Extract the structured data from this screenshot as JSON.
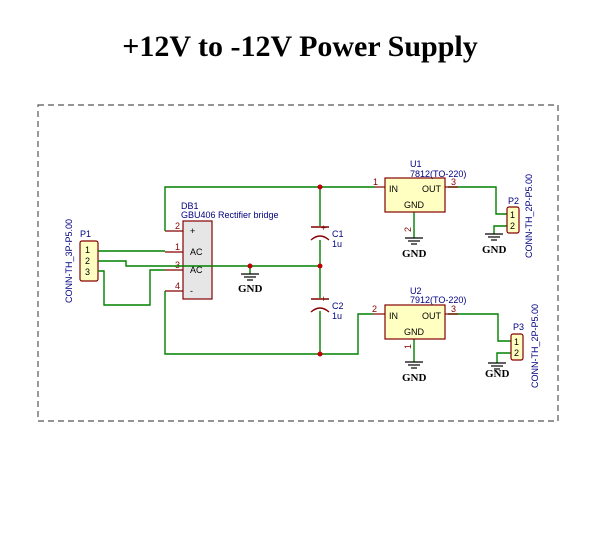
{
  "title": "+12V to -12V Power Supply",
  "components": {
    "P1": {
      "ref": "P1",
      "value": "CONN-TH_3P-P5.00",
      "pins": [
        "1",
        "2",
        "3"
      ]
    },
    "DB1": {
      "ref": "DB1",
      "value": "GBU406 Rectifier bridge",
      "pins": [
        "2",
        "1",
        "3",
        "4"
      ],
      "pin_names": [
        "+",
        "AC",
        "AC",
        "-"
      ]
    },
    "C1": {
      "ref": "C1",
      "value": "1u",
      "polarity": "+"
    },
    "C2": {
      "ref": "C2",
      "value": "1u",
      "polarity": "+"
    },
    "U1": {
      "ref": "U1",
      "value": "7812(TO-220)",
      "pin_in": "IN",
      "pin_out": "OUT",
      "pin_gnd": "GND",
      "num_in": "1",
      "num_out": "3",
      "num_gnd": "2"
    },
    "U2": {
      "ref": "U2",
      "value": "7912(TO-220)",
      "pin_in": "IN",
      "pin_out": "OUT",
      "pin_gnd": "GND",
      "num_in": "2",
      "num_out": "3",
      "num_gnd": "1"
    },
    "P2": {
      "ref": "P2",
      "value": "CONN-TH_2P-P5.00",
      "pins": [
        "1",
        "2"
      ]
    },
    "P3": {
      "ref": "P3",
      "value": "CONN-TH_2P-P5.00",
      "pins": [
        "1",
        "2"
      ]
    }
  },
  "ground_label": "GND"
}
